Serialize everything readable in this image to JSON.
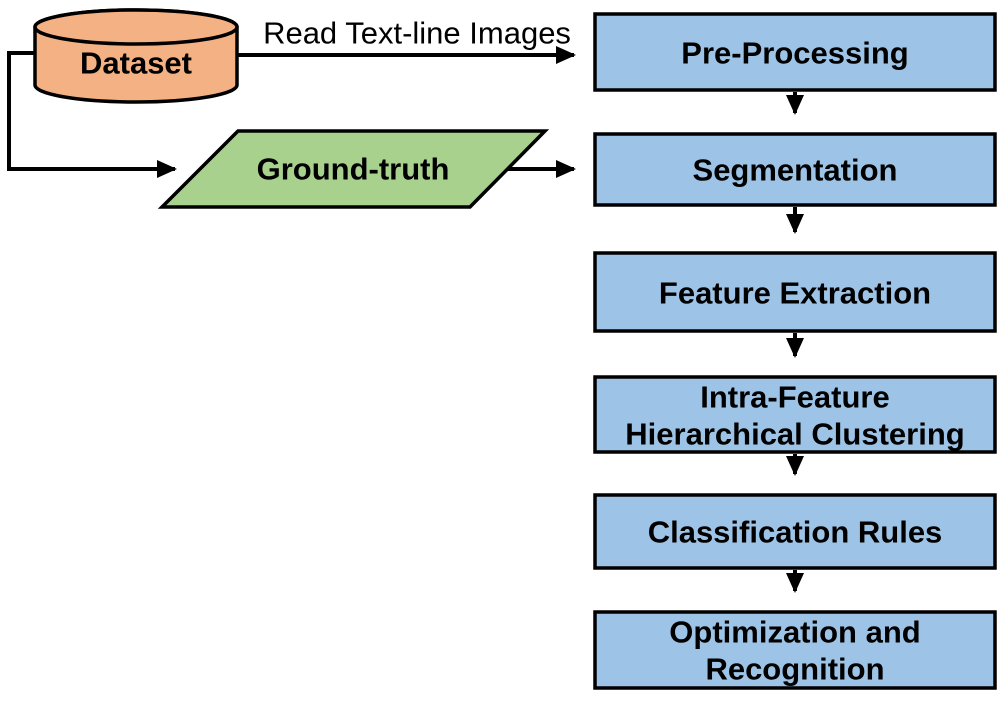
{
  "diagram": {
    "background": "#ffffff",
    "stroke_color": "#000000",
    "nodes": {
      "dataset": {
        "label": "Dataset",
        "shape": "cylinder",
        "fill": "#F4B183"
      },
      "ground_truth": {
        "label": "Ground-truth",
        "shape": "parallelogram",
        "fill": "#A9D18E"
      },
      "pre_processing": {
        "label": "Pre-Processing",
        "shape": "process",
        "fill": "#9DC3E6"
      },
      "segmentation": {
        "label": "Segmentation",
        "shape": "process",
        "fill": "#9DC3E6"
      },
      "feature_extraction": {
        "label": "Feature Extraction",
        "shape": "process",
        "fill": "#9DC3E6"
      },
      "intra_feature_clustering": {
        "line1": "Intra-Feature",
        "line2": "Hierarchical Clustering",
        "shape": "process",
        "fill": "#9DC3E6"
      },
      "classification_rules": {
        "label": "Classification Rules",
        "shape": "process",
        "fill": "#9DC3E6"
      },
      "optimization_recognition": {
        "line1": "Optimization and",
        "line2": "Recognition",
        "shape": "process",
        "fill": "#9DC3E6"
      }
    },
    "edges": {
      "dataset_to_preprocessing_label": "Read Text-line Images"
    }
  }
}
